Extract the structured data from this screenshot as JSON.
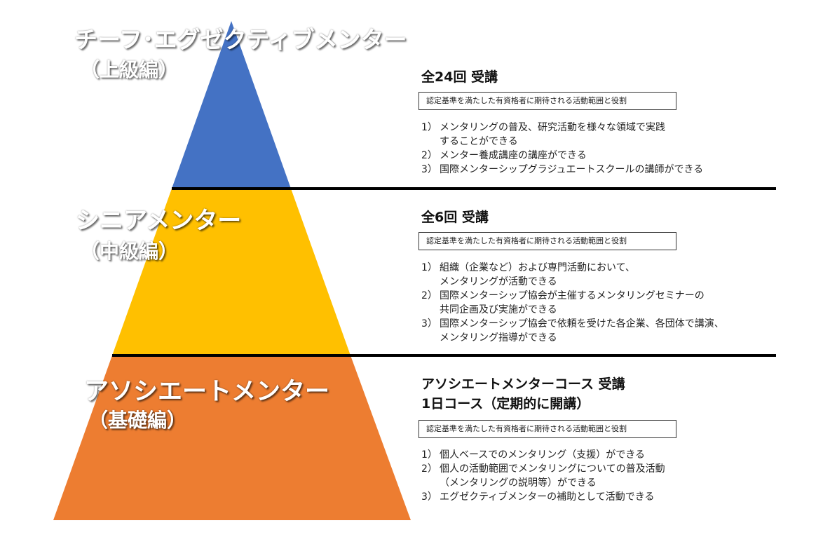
{
  "colors": {
    "chief": "#4472C4",
    "senior": "#FFC000",
    "associate": "#ED7D31",
    "divider": "#000000"
  },
  "levels": [
    {
      "id": "chief",
      "title": "チーフ･エグゼクティブメンター",
      "subtitle": "（上級編）",
      "course_lines": [
        "全24回 受講"
      ],
      "criteria": "認定基準を満たした有資格者に期待される活動範囲と役割",
      "roles": [
        {
          "num": "1）",
          "lines": [
            "メンタリングの普及、研究活動を様々な領域で実践",
            "することができる"
          ]
        },
        {
          "num": "2）",
          "lines": [
            "メンター養成講座の講座ができる"
          ]
        },
        {
          "num": "3）",
          "lines": [
            "国際メンターシップグラジュエートスクールの講師ができる"
          ]
        }
      ]
    },
    {
      "id": "senior",
      "title": "シニアメンター",
      "subtitle": "（中級編）",
      "course_lines": [
        "全6回 受講"
      ],
      "criteria": "認定基準を満たした有資格者に期待される活動範囲と役割",
      "roles": [
        {
          "num": "1）",
          "lines": [
            "組織（企業など）および専門活動において、",
            "メンタリングが活動できる"
          ]
        },
        {
          "num": "2）",
          "lines": [
            "国際メンターシップ協会が主催するメンタリングセミナーの",
            "共同企画及び実施ができる"
          ]
        },
        {
          "num": "3）",
          "lines": [
            "国際メンターシップ協会で依頼を受けた各企業、各団体で講演、",
            "メンタリング指導ができる"
          ]
        }
      ]
    },
    {
      "id": "associate",
      "title": "アソシエートメンター",
      "subtitle": "（基礎編）",
      "course_lines": [
        "アソシエートメンターコース 受講",
        "1日コース（定期的に開講）"
      ],
      "criteria": "認定基準を満たした有資格者に期待される活動範囲と役割",
      "roles": [
        {
          "num": "1）",
          "lines": [
            "個人ベースでのメンタリング（支援）ができる"
          ]
        },
        {
          "num": "2）",
          "lines": [
            "個人の活動範囲でメンタリングについての普及活動",
            "（メンタリングの説明等）ができる"
          ]
        },
        {
          "num": "3）",
          "lines": [
            "エグゼクティブメンターの補助として活動できる"
          ]
        }
      ]
    }
  ]
}
